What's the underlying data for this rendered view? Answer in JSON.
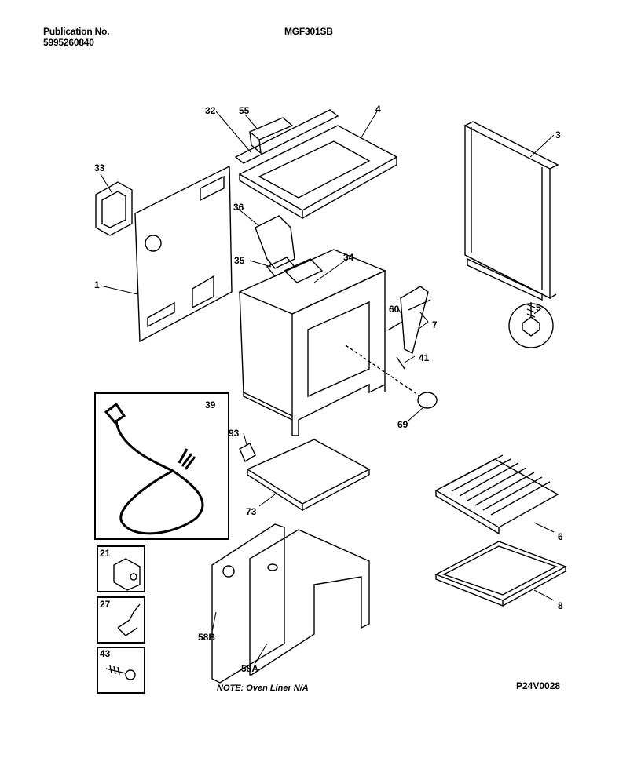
{
  "header": {
    "publication_label": "Publication No.",
    "publication_number": "5995260840",
    "model": "MGF301SB"
  },
  "parts": {
    "p1": "1",
    "p3": "3",
    "p4": "4",
    "p5": "5",
    "p6": "6",
    "p7": "7",
    "p8": "8",
    "p21": "21",
    "p27": "27",
    "p32": "32",
    "p33": "33",
    "p34": "34",
    "p35": "35",
    "p36": "36",
    "p39": "39",
    "p41": "41",
    "p43": "43",
    "p55": "55",
    "p58A": "58A",
    "p58B": "58B",
    "p60": "60",
    "p69": "69",
    "p73": "73",
    "p93": "93"
  },
  "footer": {
    "note": "NOTE: Oven Liner N/A",
    "diagram_code": "P24V0028"
  }
}
